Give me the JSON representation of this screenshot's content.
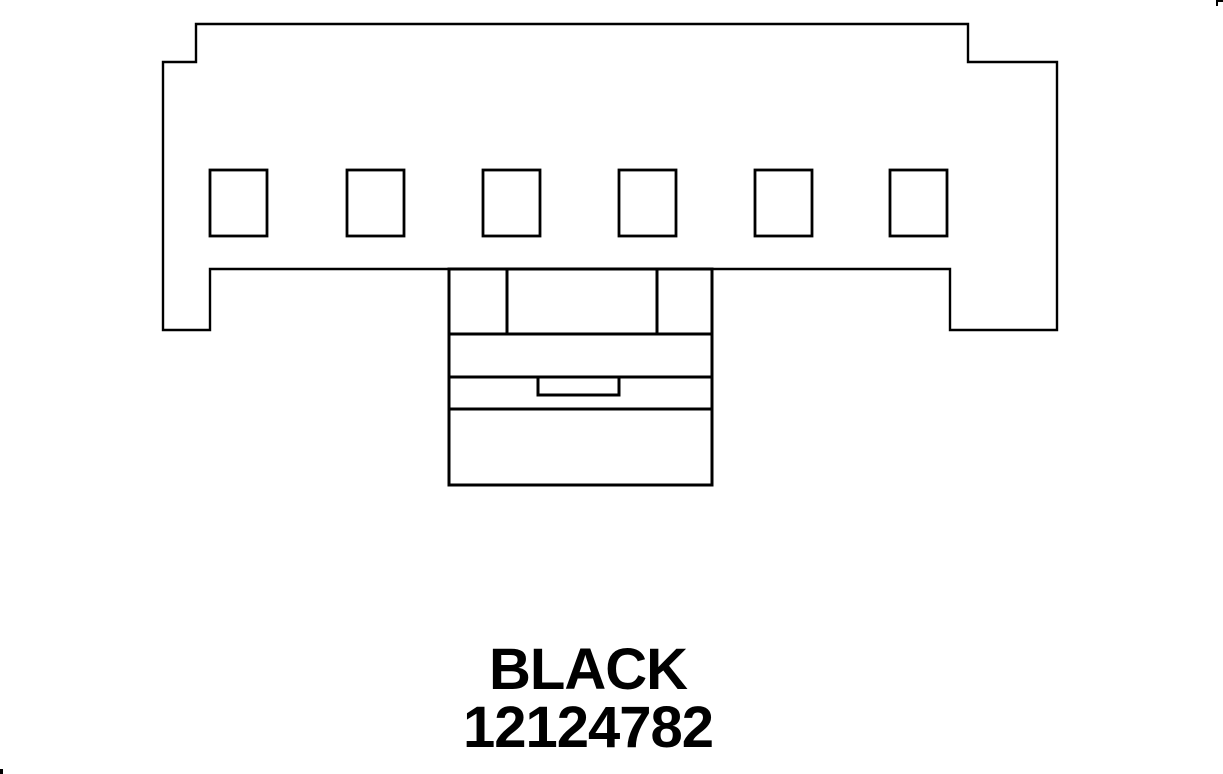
{
  "diagram": {
    "type": "connector-technical-drawing",
    "connector_color_label": "BLACK",
    "part_number": "12124782",
    "cavity_count": 6,
    "colors": {
      "line": "#000000",
      "background": "#ffffff"
    }
  }
}
